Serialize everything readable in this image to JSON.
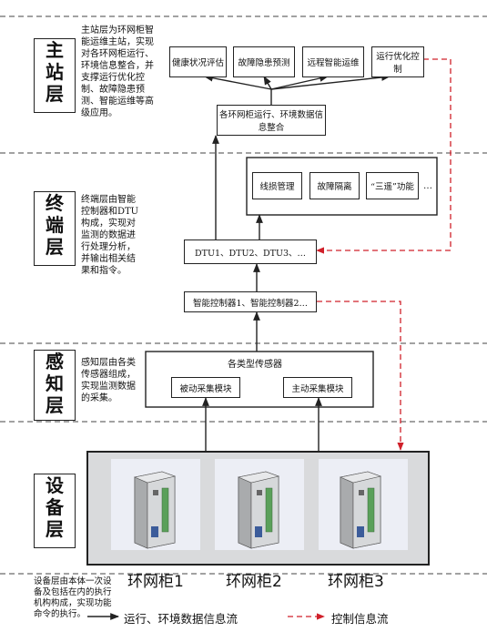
{
  "layers": [
    {
      "id": "master",
      "label": [
        "主",
        "站",
        "层"
      ],
      "desc": [
        "主站层为环网柜智",
        "能运维主站，实现",
        "对各环网柜运行、",
        "环境信息整合，并",
        "支撑运行优化控",
        "制、故障隐患预",
        "测、智能运维等高",
        "级应用。"
      ]
    },
    {
      "id": "terminal",
      "label": [
        "终",
        "端",
        "层"
      ],
      "desc": [
        "终端层由智能",
        "控制器和DTU",
        "构成，实现对",
        "监测的数据进",
        "行处理分析，",
        "并输出相关结",
        "果和指令。"
      ]
    },
    {
      "id": "sensing",
      "label": [
        "感",
        "知",
        "层"
      ],
      "desc": [
        "感知层由各类",
        "传感器组成，",
        "实现监测数据",
        "的采集。"
      ]
    },
    {
      "id": "device",
      "label": [
        "设",
        "备",
        "层"
      ],
      "desc": [
        "设备层由本体一次设",
        "备及包括在内的执行",
        "机构构成，实现功能",
        "命令的执行。"
      ]
    }
  ],
  "master": {
    "apps": [
      "健康状况评估",
      "故障隐患预测",
      "远程智能运维",
      "运行优化控制"
    ],
    "integration": "各环网柜运行、环境数据信息整合"
  },
  "terminal": {
    "functions": [
      "线损管理",
      "故障隔离",
      "“三遥”功能",
      "…"
    ],
    "dtu": "DTU1、DTU2、DTU3、…",
    "controllers": "智能控制器1、智能控制器2…"
  },
  "sensing": {
    "title": "各类型传感器",
    "modules": [
      "被动采集模块",
      "主动采集模块"
    ]
  },
  "device": {
    "cabinets": [
      "环网柜1",
      "环网柜2",
      "环网柜3"
    ]
  },
  "legend": {
    "data_flow": "运行、环境数据信息流",
    "control_flow": "控制信息流"
  },
  "colors": {
    "control": "#d0202a",
    "line": "#222222",
    "device_bg": "#d9dadc"
  }
}
